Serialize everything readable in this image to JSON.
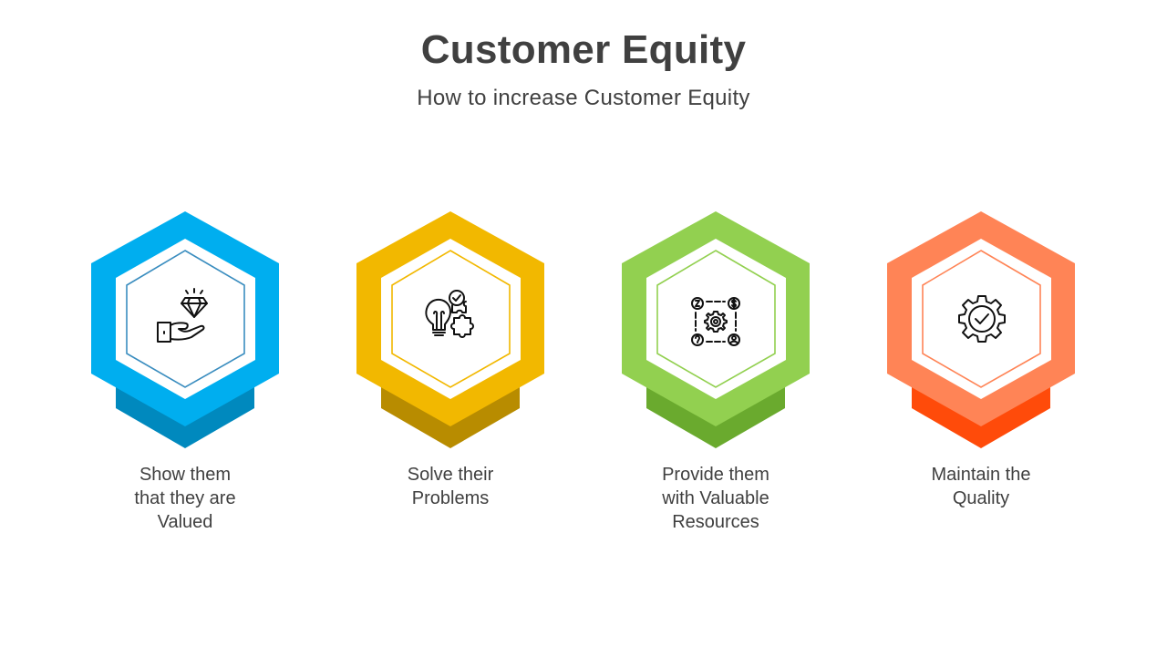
{
  "header": {
    "title": "Customer Equity",
    "subtitle": "How to increase Customer Equity"
  },
  "steps": [
    {
      "label": "Show them that they are Valued",
      "label_lines": [
        "Show them",
        "that they are",
        "Valued"
      ],
      "icon": "hand-diamond-icon",
      "colors": {
        "main": "#00AEEF",
        "shadow": "#0089BE",
        "outline": "#3A8DBF"
      }
    },
    {
      "label": "Solve their Problems",
      "label_lines": [
        "Solve their",
        "Problems"
      ],
      "icon": "bulb-puzzle-icon",
      "colors": {
        "main": "#F2B800",
        "shadow": "#B88C00",
        "outline": "#F2B800"
      }
    },
    {
      "label": "Provide them with Valuable Resources",
      "label_lines": [
        "Provide them",
        "with Valuable",
        "Resources"
      ],
      "icon": "resources-network-icon",
      "colors": {
        "main": "#92D050",
        "shadow": "#6AAA2E",
        "outline": "#92D050"
      }
    },
    {
      "label": "Maintain the Quality",
      "label_lines": [
        "Maintain the",
        "Quality"
      ],
      "icon": "gear-check-icon",
      "colors": {
        "main": "#FF8456",
        "shadow": "#FF4B0A",
        "outline": "#FF8456"
      }
    }
  ]
}
